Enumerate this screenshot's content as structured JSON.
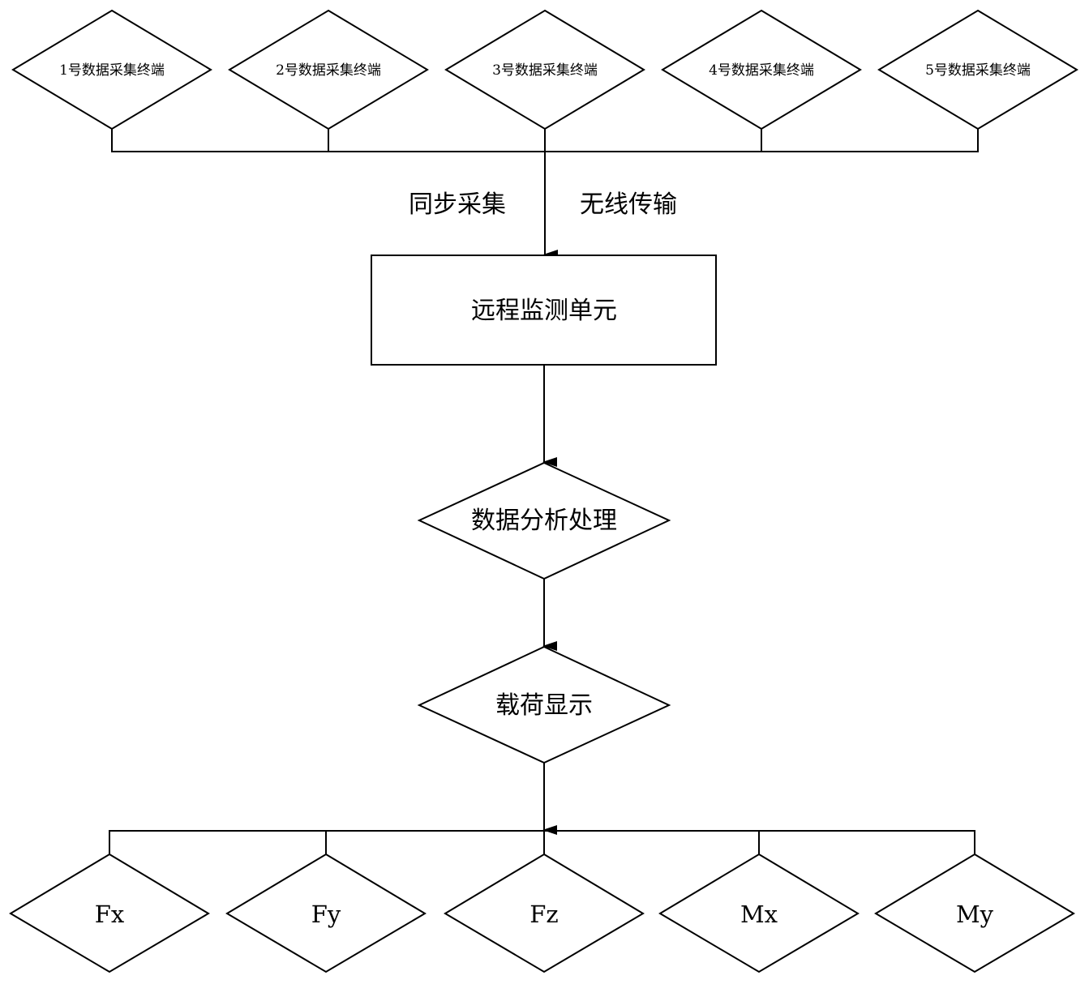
{
  "terminals": [
    {
      "label": "1号数据采集终端"
    },
    {
      "label": "2号数据采集终端"
    },
    {
      "label": "3号数据采集终端"
    },
    {
      "label": "4号数据采集终端"
    },
    {
      "label": "5号数据采集终端"
    }
  ],
  "edge_labels": {
    "left": "同步采集",
    "right": "无线传输"
  },
  "monitor_unit": {
    "label": "远程监测单元"
  },
  "analysis": {
    "label": "数据分析处理"
  },
  "load_display": {
    "label": "载荷显示"
  },
  "outputs": [
    {
      "label": "Fx"
    },
    {
      "label": "Fy"
    },
    {
      "label": "Fz"
    },
    {
      "label": "Mx"
    },
    {
      "label": "My"
    }
  ]
}
